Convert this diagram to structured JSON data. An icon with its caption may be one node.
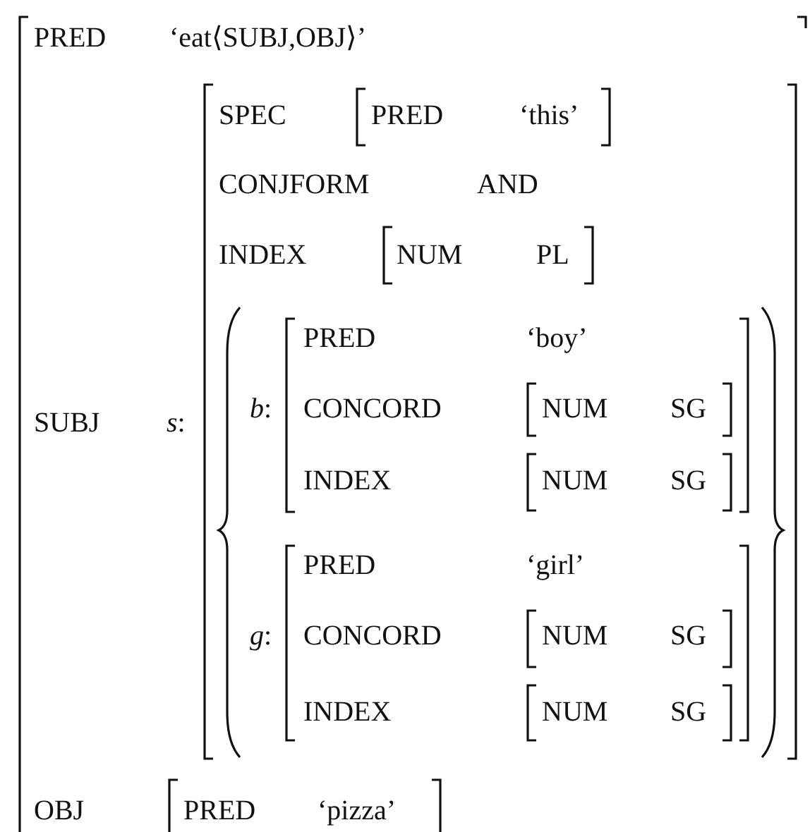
{
  "diagram": {
    "labels": [
      "PRED",
      "‘eat⟨SUBJ,OBJ⟩’",
      "SPEC",
      "PRED",
      "‘this’",
      "CONJFORM",
      "AND",
      "INDEX",
      "NUM",
      "PL",
      "PRED",
      "‘boy’",
      "*b*:",
      "CONCORD",
      "NUM",
      "SG",
      "SUBJ",
      "*s*:",
      "INDEX",
      "NUM",
      "SG",
      "PRED",
      "‘girl’",
      "*g*:",
      "CONCORD",
      "NUM",
      "SG",
      "INDEX",
      "NUM",
      "SG",
      "OBJ",
      "PRED",
      "‘pizza’"
    ]
  }
}
